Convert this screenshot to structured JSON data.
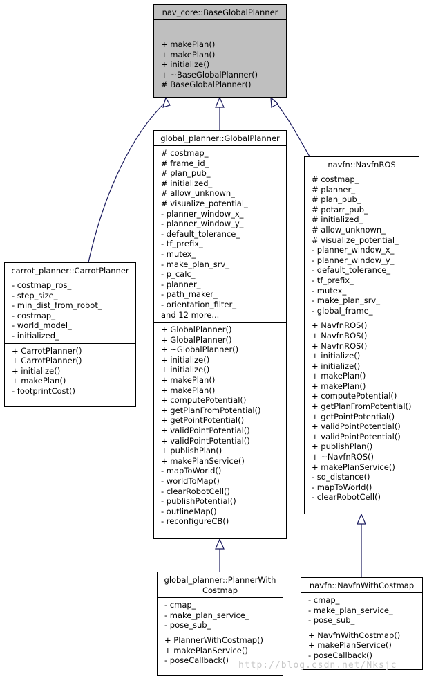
{
  "classes": {
    "base": {
      "name": "nav_core::BaseGlobalPlanner",
      "attributes": [],
      "methods": [
        "+ makePlan()",
        "+ makePlan()",
        "+ initialize()",
        "+ ~BaseGlobalPlanner()",
        "# BaseGlobalPlanner()"
      ]
    },
    "carrot": {
      "name": "carrot_planner::CarrotPlanner",
      "attributes": [
        "- costmap_ros_",
        "- step_size_",
        "- min_dist_from_robot_",
        "- costmap_",
        "- world_model_",
        "- initialized_"
      ],
      "methods": [
        "+ CarrotPlanner()",
        "+ CarrotPlanner()",
        "+ initialize()",
        "+ makePlan()",
        "- footprintCost()"
      ]
    },
    "global": {
      "name": "global_planner::GlobalPlanner",
      "attributes": [
        "# costmap_",
        "# frame_id_",
        "# plan_pub_",
        "# initialized_",
        "# allow_unknown_",
        "# visualize_potential_",
        "- planner_window_x_",
        "- planner_window_y_",
        "- default_tolerance_",
        "- tf_prefix_",
        "- mutex_",
        "- make_plan_srv_",
        "- p_calc_",
        "- planner_",
        "- path_maker_",
        "- orientation_filter_",
        "and 12 more..."
      ],
      "methods": [
        "+ GlobalPlanner()",
        "+ GlobalPlanner()",
        "+ ~GlobalPlanner()",
        "+ initialize()",
        "+ initialize()",
        "+ makePlan()",
        "+ makePlan()",
        "+ computePotential()",
        "+ getPlanFromPotential()",
        "+ getPointPotential()",
        "+ validPointPotential()",
        "+ validPointPotential()",
        "+ publishPlan()",
        "+ makePlanService()",
        "- mapToWorld()",
        "- worldToMap()",
        "- clearRobotCell()",
        "- publishPotential()",
        "- outlineMap()",
        "- reconfigureCB()"
      ]
    },
    "navfn": {
      "name": "navfn::NavfnROS",
      "attributes": [
        "# costmap_",
        "# planner_",
        "# plan_pub_",
        "# potarr_pub_",
        "# initialized_",
        "# allow_unknown_",
        "# visualize_potential_",
        "- planner_window_x_",
        "- planner_window_y_",
        "- default_tolerance_",
        "- tf_prefix_",
        "- mutex_",
        "- make_plan_srv_",
        "- global_frame_"
      ],
      "methods": [
        "+ NavfnROS()",
        "+ NavfnROS()",
        "+ NavfnROS()",
        "+ initialize()",
        "+ initialize()",
        "+ makePlan()",
        "+ makePlan()",
        "+ computePotential()",
        "+ getPlanFromPotential()",
        "+ getPointPotential()",
        "+ validPointPotential()",
        "+ validPointPotential()",
        "+ publishPlan()",
        "+ ~NavfnROS()",
        "+ makePlanService()",
        "- sq_distance()",
        "- mapToWorld()",
        "- clearRobotCell()"
      ]
    },
    "plannerWithCostmap": {
      "name_lines": [
        "global_planner::PlannerWith",
        "Costmap"
      ],
      "attributes": [
        "- cmap_",
        "- make_plan_service_",
        "- pose_sub_"
      ],
      "methods": [
        "+ PlannerWithCostmap()",
        "+ makePlanService()",
        "- poseCallback()"
      ]
    },
    "navfnWithCostmap": {
      "name": "navfn::NavfnWithCostmap",
      "attributes": [
        "- cmap_",
        "- make_plan_service_",
        "- pose_sub_"
      ],
      "methods": [
        "+ NavfnWithCostmap()",
        "+ makePlanService()",
        "- poseCallback()"
      ]
    }
  },
  "watermark": "http://blog.csdn.net/Nksjc",
  "colors": {
    "edge": "#1a1a5e",
    "base_fill": "#bfbfbf",
    "box_fill": "#ffffff"
  }
}
